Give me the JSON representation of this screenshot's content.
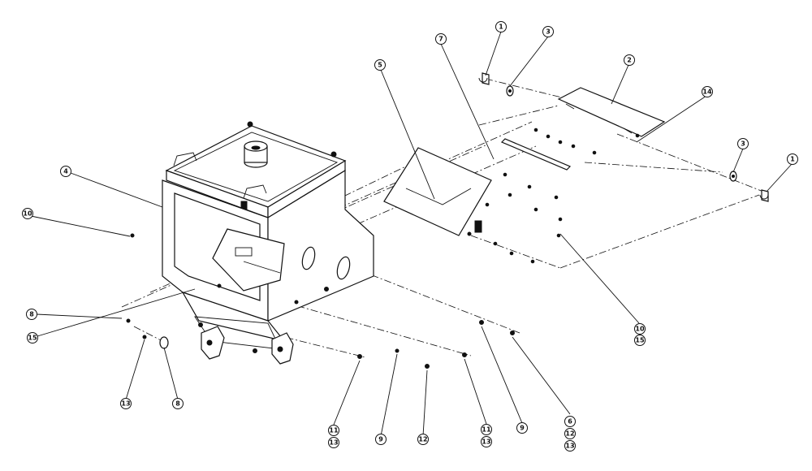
{
  "callouts": [
    {
      "id": "c1a",
      "label": "1"
    },
    {
      "id": "c3a",
      "label": "3"
    },
    {
      "id": "c7",
      "label": "7"
    },
    {
      "id": "c2",
      "label": "2"
    },
    {
      "id": "c5",
      "label": "5"
    },
    {
      "id": "c14",
      "label": "14"
    },
    {
      "id": "c3b",
      "label": "3"
    },
    {
      "id": "c1b",
      "label": "1"
    },
    {
      "id": "c4",
      "label": "4"
    },
    {
      "id": "c10a",
      "label": "10"
    },
    {
      "id": "c8a",
      "label": "8"
    },
    {
      "id": "c15a",
      "label": "15"
    },
    {
      "id": "c10b",
      "label": "10"
    },
    {
      "id": "c15b",
      "label": "15"
    },
    {
      "id": "c13a",
      "label": "13"
    },
    {
      "id": "c8b",
      "label": "8"
    },
    {
      "id": "c11a",
      "label": "11"
    },
    {
      "id": "c13b",
      "label": "13"
    },
    {
      "id": "c9a",
      "label": "9"
    },
    {
      "id": "c12a",
      "label": "12"
    },
    {
      "id": "c11b",
      "label": "11"
    },
    {
      "id": "c13c",
      "label": "13"
    },
    {
      "id": "c9b",
      "label": "9"
    },
    {
      "id": "c6",
      "label": "6"
    },
    {
      "id": "c12b",
      "label": "12"
    },
    {
      "id": "c13d",
      "label": "13"
    }
  ]
}
